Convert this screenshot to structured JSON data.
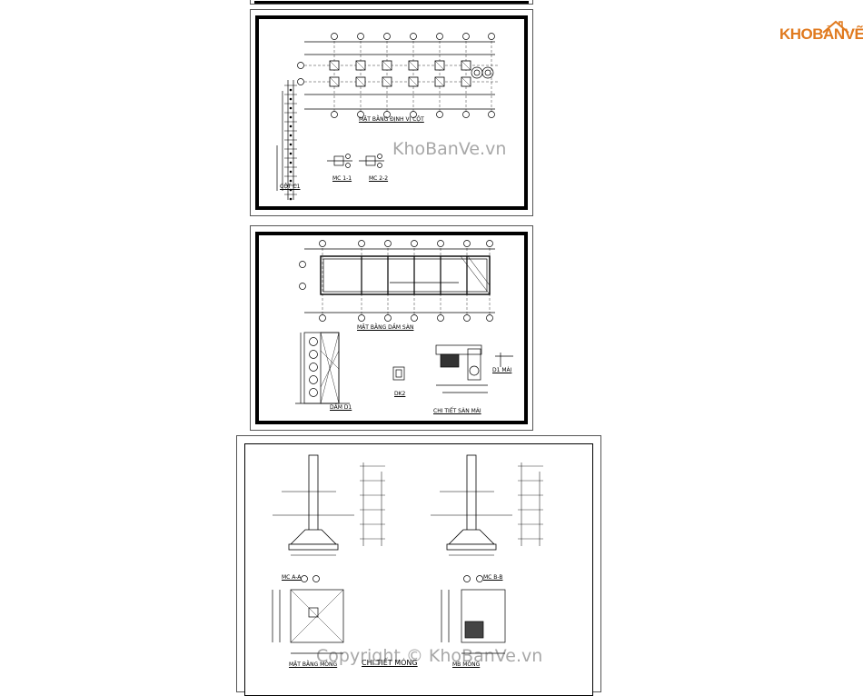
{
  "logo": {
    "part1": "KHO",
    "part2": "BẢN",
    "part3": "VẼ",
    "color": "#e07a1f"
  },
  "watermarks": {
    "site": "KhoBanVe.vn",
    "copyright": "Copyright © KhoBanVe.vn"
  },
  "sheet1": {
    "plan_title": "MẶT BẰNG ĐỊNH VỊ CỘT",
    "section_a": "MC 1-1",
    "section_b": "MC 2-2",
    "column_title": "CỘT C1"
  },
  "sheet2": {
    "plan_title": "MẶT BẰNG DẦM SÀN",
    "detail_left": "DẦM D1",
    "detail_mid": "DK2",
    "detail_title": "CHI TIẾT SÀN MÁI",
    "detail_right": "D1 MÁI"
  },
  "sheet3": {
    "section_left": "MC A-A",
    "section_right": "MC B-B",
    "plan_left": "MẶT BẰNG MÓNG",
    "plan_right": "MB MÓNG",
    "title": "CHI TIẾT MÓNG"
  }
}
